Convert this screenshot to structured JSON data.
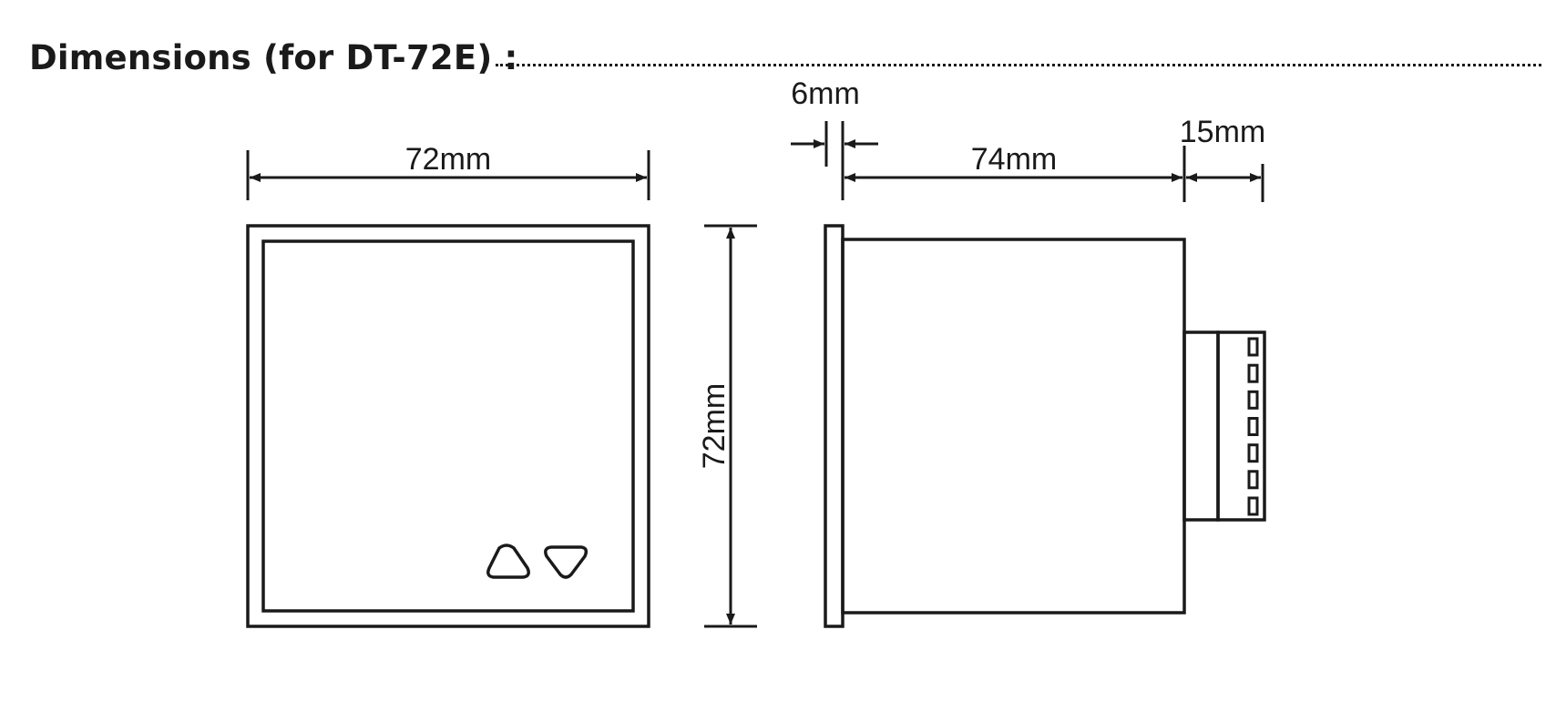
{
  "heading": {
    "title": "Dimensions (for DT-72E) :"
  },
  "front_view": {
    "width_label": "72mm",
    "height_label": "72mm",
    "keys": [
      "up",
      "down"
    ]
  },
  "side_view": {
    "bezel_label": "6mm",
    "body_label": "74mm",
    "terminal_label": "15mm",
    "terminal_pins": 7
  },
  "colors": {
    "line": "#1a1a1a",
    "background": "#ffffff"
  }
}
